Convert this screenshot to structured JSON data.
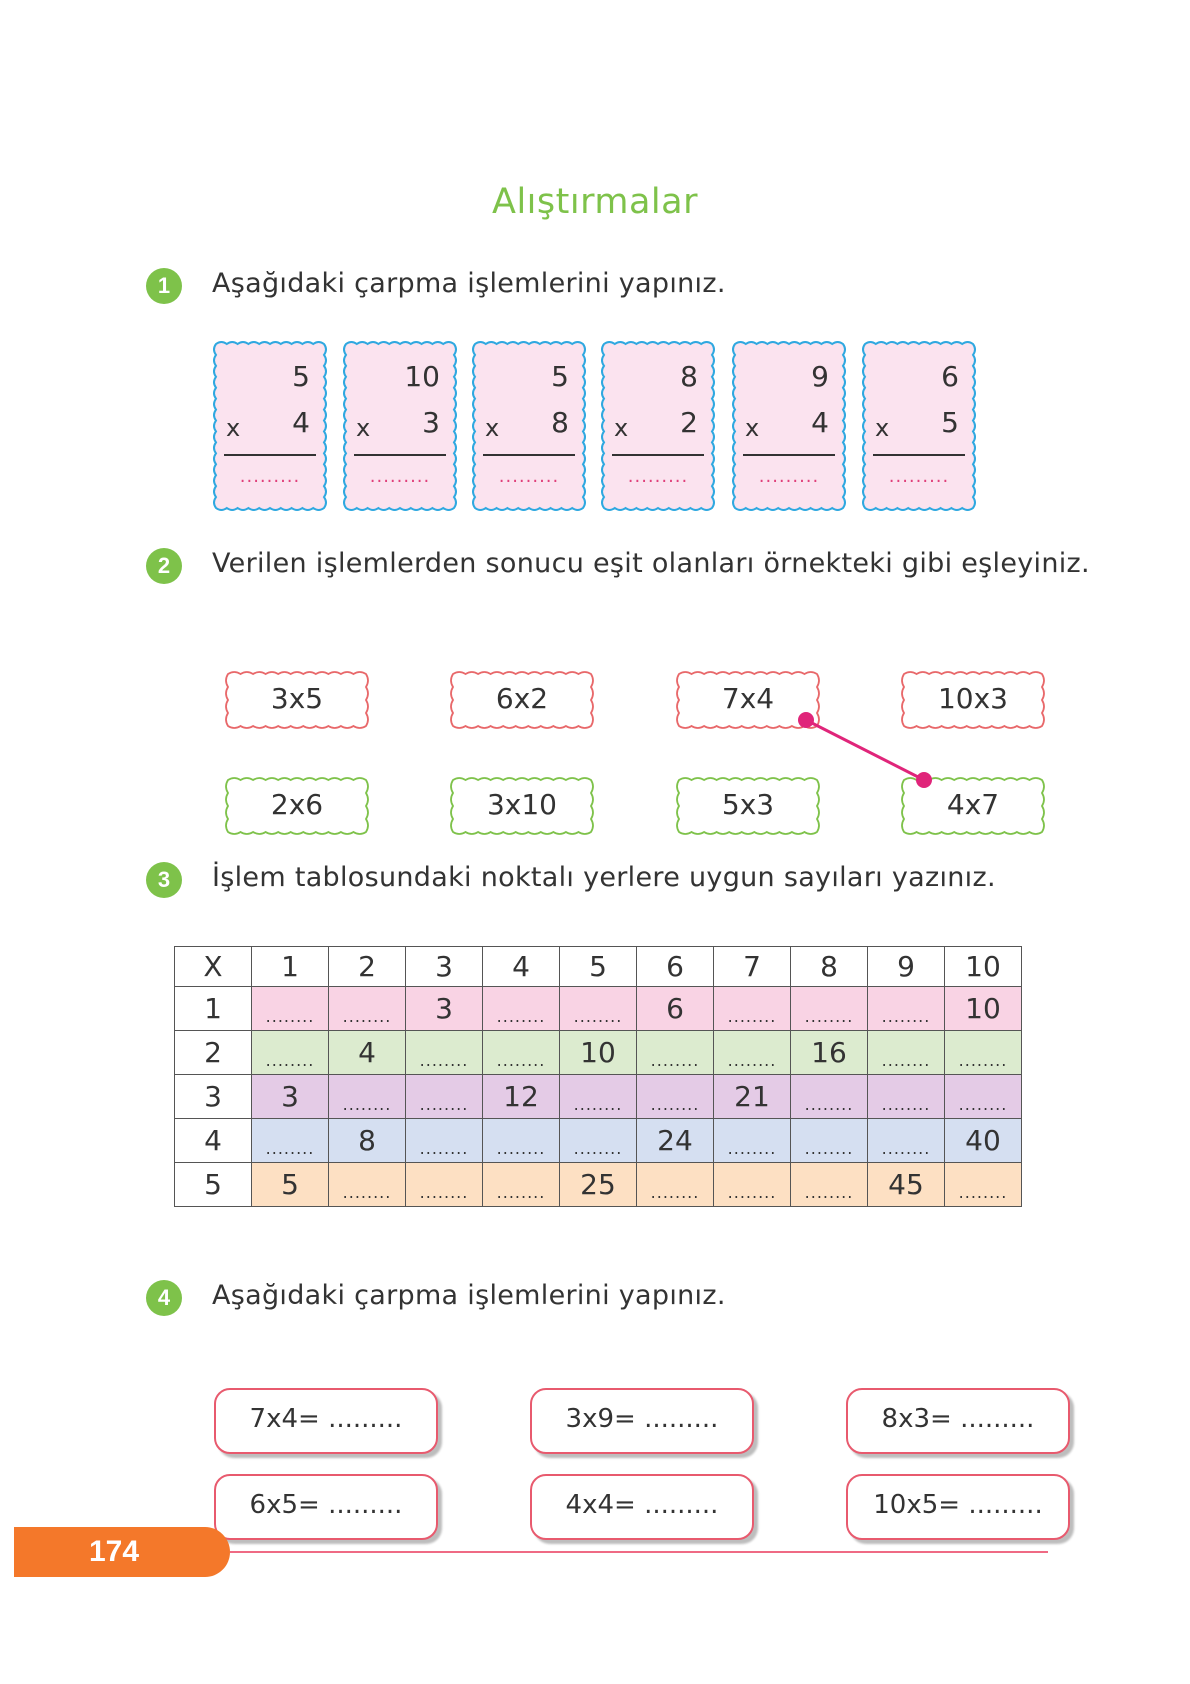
{
  "title": "Alıştırmalar",
  "q1": {
    "number": "1",
    "text": "Aşağıdaki çarpma işlemlerini yapınız.",
    "cards": [
      {
        "top": "5",
        "op": "x",
        "bottom": "4",
        "answer": "........."
      },
      {
        "top": "10",
        "op": "x",
        "bottom": "3",
        "answer": "........."
      },
      {
        "top": "5",
        "op": "x",
        "bottom": "8",
        "answer": "........."
      },
      {
        "top": "8",
        "op": "x",
        "bottom": "2",
        "answer": "........."
      },
      {
        "top": "9",
        "op": "x",
        "bottom": "4",
        "answer": "........."
      },
      {
        "top": "6",
        "op": "x",
        "bottom": "5",
        "answer": "........."
      }
    ]
  },
  "q2": {
    "number": "2",
    "text": "Verilen işlemlerden sonucu eşit olanları örnekteki gibi eşleyiniz.",
    "top_row": [
      "3x5",
      "6x2",
      "7x4",
      "10x3"
    ],
    "bottom_row": [
      "2x6",
      "3x10",
      "5x3",
      "4x7"
    ],
    "colors": {
      "top": "#e8686a",
      "bottom": "#7ec24a",
      "line": "#e0257a"
    }
  },
  "q3": {
    "number": "3",
    "text": "İşlem tablosundaki noktalı yerlere uygun sayıları yazınız.",
    "header": [
      "X",
      "1",
      "2",
      "3",
      "4",
      "5",
      "6",
      "7",
      "8",
      "9",
      "10"
    ],
    "rows": [
      {
        "label": "1",
        "color": "#f9d3e4",
        "cells": [
          "........",
          "........",
          "3",
          "........",
          "........",
          "6",
          "........",
          "........",
          "........",
          "10"
        ]
      },
      {
        "label": "2",
        "color": "#dcebcf",
        "cells": [
          "........",
          "4",
          "........",
          "........",
          "10",
          "........",
          "........",
          "16",
          "........",
          "........"
        ]
      },
      {
        "label": "3",
        "color": "#e4cbe6",
        "cells": [
          "3",
          "........",
          "........",
          "12",
          "........",
          "........",
          "21",
          "........",
          "........",
          "........"
        ]
      },
      {
        "label": "4",
        "color": "#d5dff1",
        "cells": [
          "........",
          "8",
          "........",
          "........",
          "........",
          "24",
          "........",
          "........",
          "........",
          "40"
        ]
      },
      {
        "label": "5",
        "color": "#fde0c3",
        "cells": [
          "5",
          "........",
          "........",
          "........",
          "25",
          "........",
          "........",
          "........",
          "45",
          "........"
        ]
      }
    ]
  },
  "q4": {
    "number": "4",
    "text": "Aşağıdaki çarpma işlemlerini yapınız.",
    "items": [
      "7x4= .........",
      "3x9= .........",
      "8x3= .........",
      "6x5= .........",
      "4x4= .........",
      "10x5= ........."
    ]
  },
  "page_number": "174",
  "colors": {
    "green": "#7ec24a",
    "blue_card": "#2fa8e0",
    "pink_fill": "#fbe3ef",
    "orange": "#f4782a",
    "pink_line": "#ef6a84"
  }
}
